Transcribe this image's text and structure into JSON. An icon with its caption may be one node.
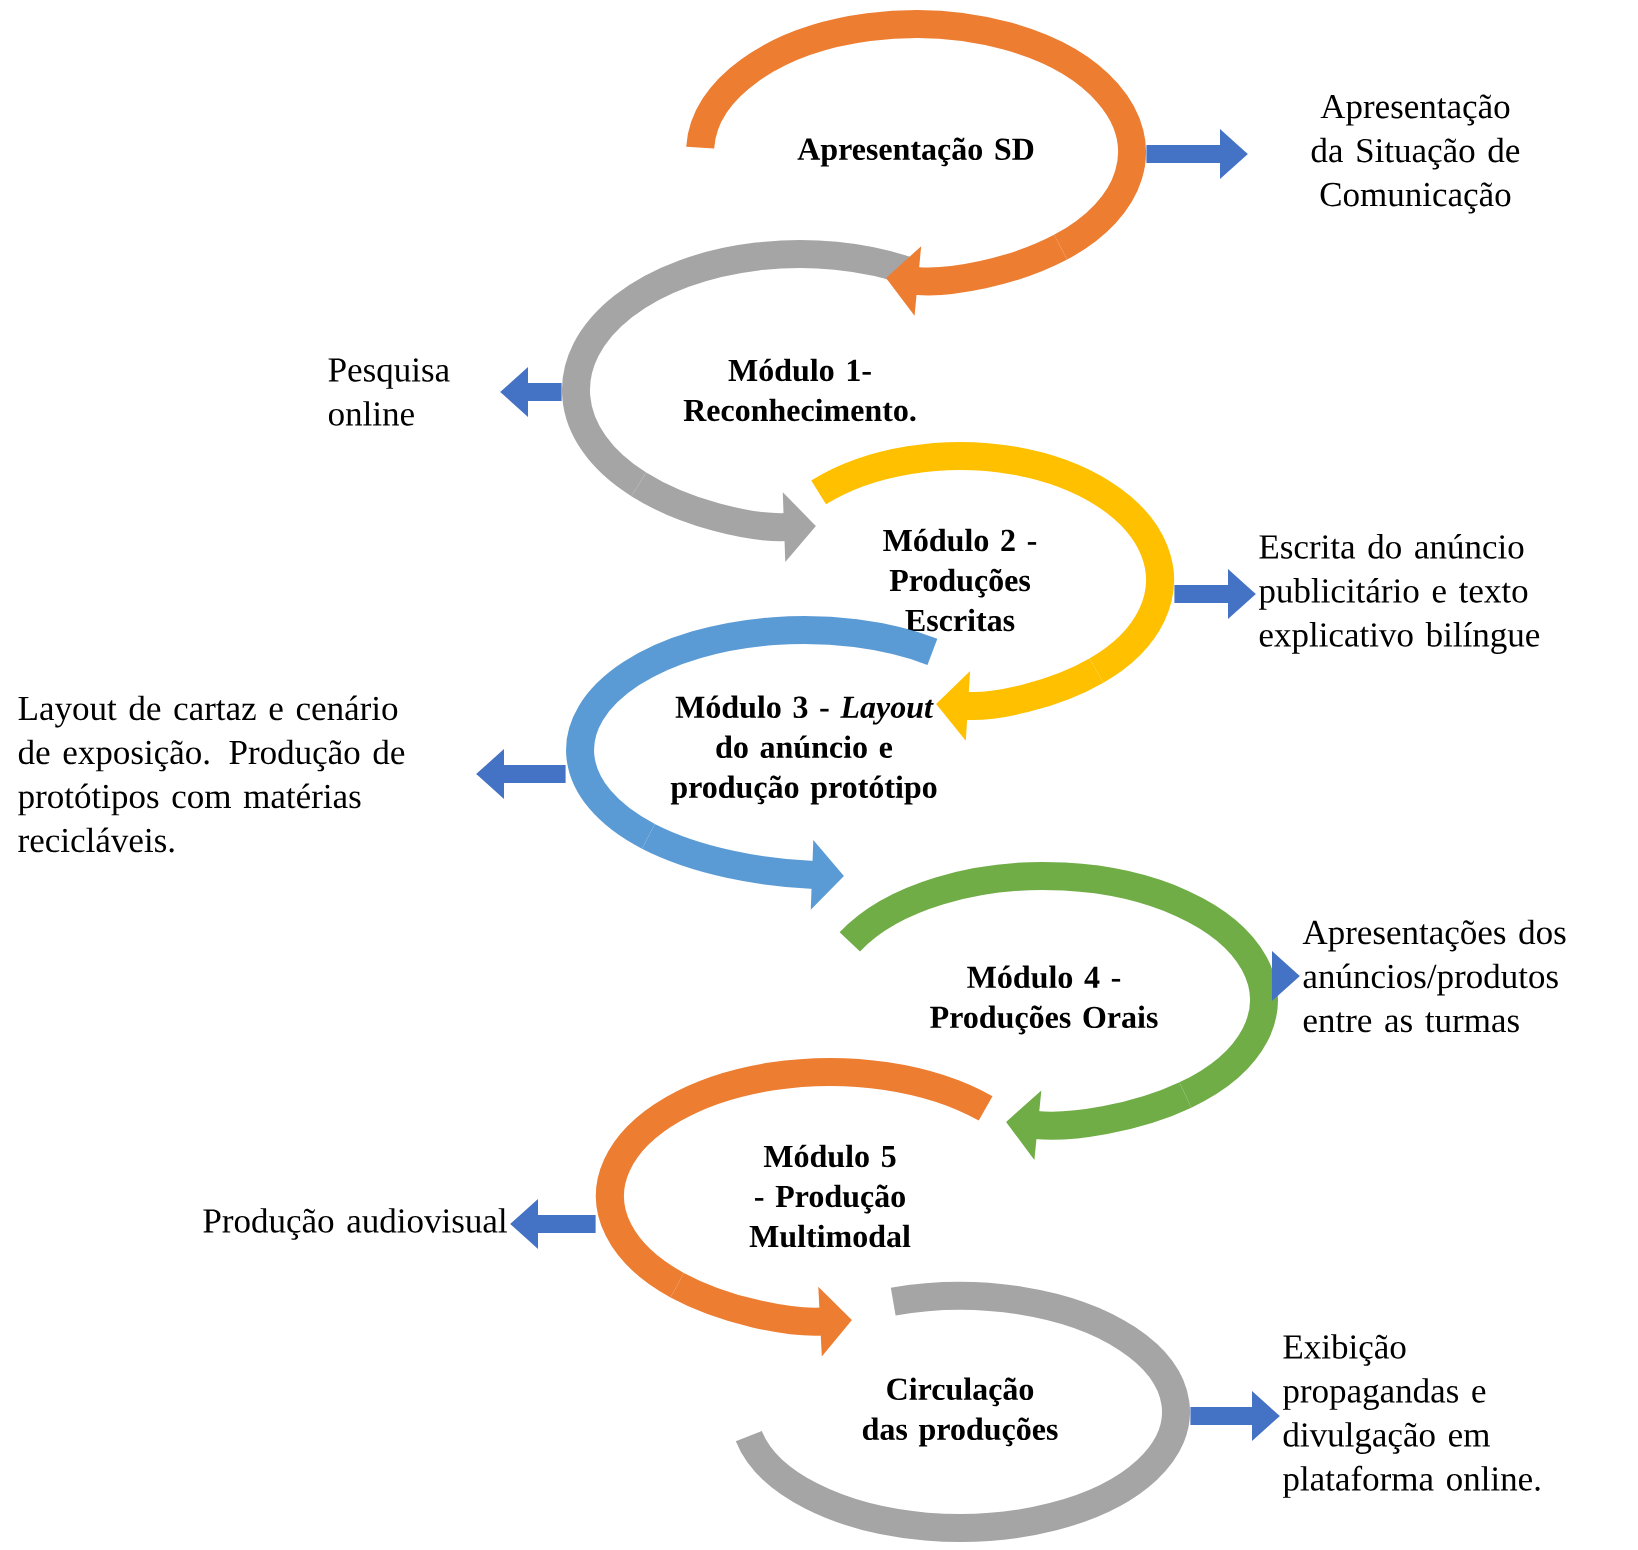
{
  "diagram": {
    "nodes": [
      {
        "text": [
          "Apresentação SD"
        ]
      },
      {
        "text": [
          "Apresentação da Situação de Comunicação"
        ]
      },
      {
        "text": [
          "Módulo 1- Reconhecimento."
        ]
      },
      {
        "text": [
          "Pesquisa online"
        ]
      },
      {
        "text": [
          "Módulo 2 - Produções Escritas"
        ]
      },
      {
        "text": [
          "Escrita do anúncio publicitário e texto explicativo bilíngue"
        ]
      },
      {
        "text": [
          "Módulo 3 - *Layout* do anúncio e produção protótipo"
        ]
      },
      {
        "text": [
          "Layout de cartaz e cenário de exposição. Produção de protótipos com matérias recicláveis."
        ]
      },
      {
        "text": [
          "Módulo 4 - Produções Orais"
        ]
      },
      {
        "text": [
          "Apresentações dos anúncios/produtos entre as turmas"
        ]
      },
      {
        "text": [
          "Módulo 5 - Produção Multimodal"
        ]
      },
      {
        "text": [
          "Produção audiovisual"
        ]
      },
      {
        "text": [
          "Circulação das produções"
        ]
      },
      {
        "text": [
          "Exibição propagandas e divulgação em plataforma online."
        ]
      }
    ],
    "edges": [
      {
        "from": 0,
        "to": 2,
        "arrow": "to",
        "color": "#ed7d31"
      },
      {
        "from": 2,
        "to": 4,
        "arrow": "to",
        "color": "#a5a5a5"
      },
      {
        "from": 4,
        "to": 6,
        "arrow": "to",
        "color": "#ffc000"
      },
      {
        "from": 6,
        "to": 8,
        "arrow": "to",
        "color": "#5b9bd5"
      },
      {
        "from": 8,
        "to": 10,
        "arrow": "to",
        "color": "#70ad47"
      },
      {
        "from": 10,
        "to": 12,
        "arrow": "to",
        "color": "#ed7d31"
      },
      {
        "from": 0,
        "to": 1,
        "arrow": "to",
        "color": "#4472c4"
      },
      {
        "from": 2,
        "to": 3,
        "arrow": "to",
        "color": "#4472c4"
      },
      {
        "from": 4,
        "to": 5,
        "arrow": "to",
        "color": "#4472c4"
      },
      {
        "from": 6,
        "to": 7,
        "arrow": "to",
        "color": "#4472c4"
      },
      {
        "from": 8,
        "to": 9,
        "arrow": "to",
        "color": "#4472c4"
      },
      {
        "from": 10,
        "to": 11,
        "arrow": "to",
        "color": "#4472c4"
      },
      {
        "from": 12,
        "to": 13,
        "arrow": "to",
        "color": "#4472c4"
      }
    ]
  }
}
